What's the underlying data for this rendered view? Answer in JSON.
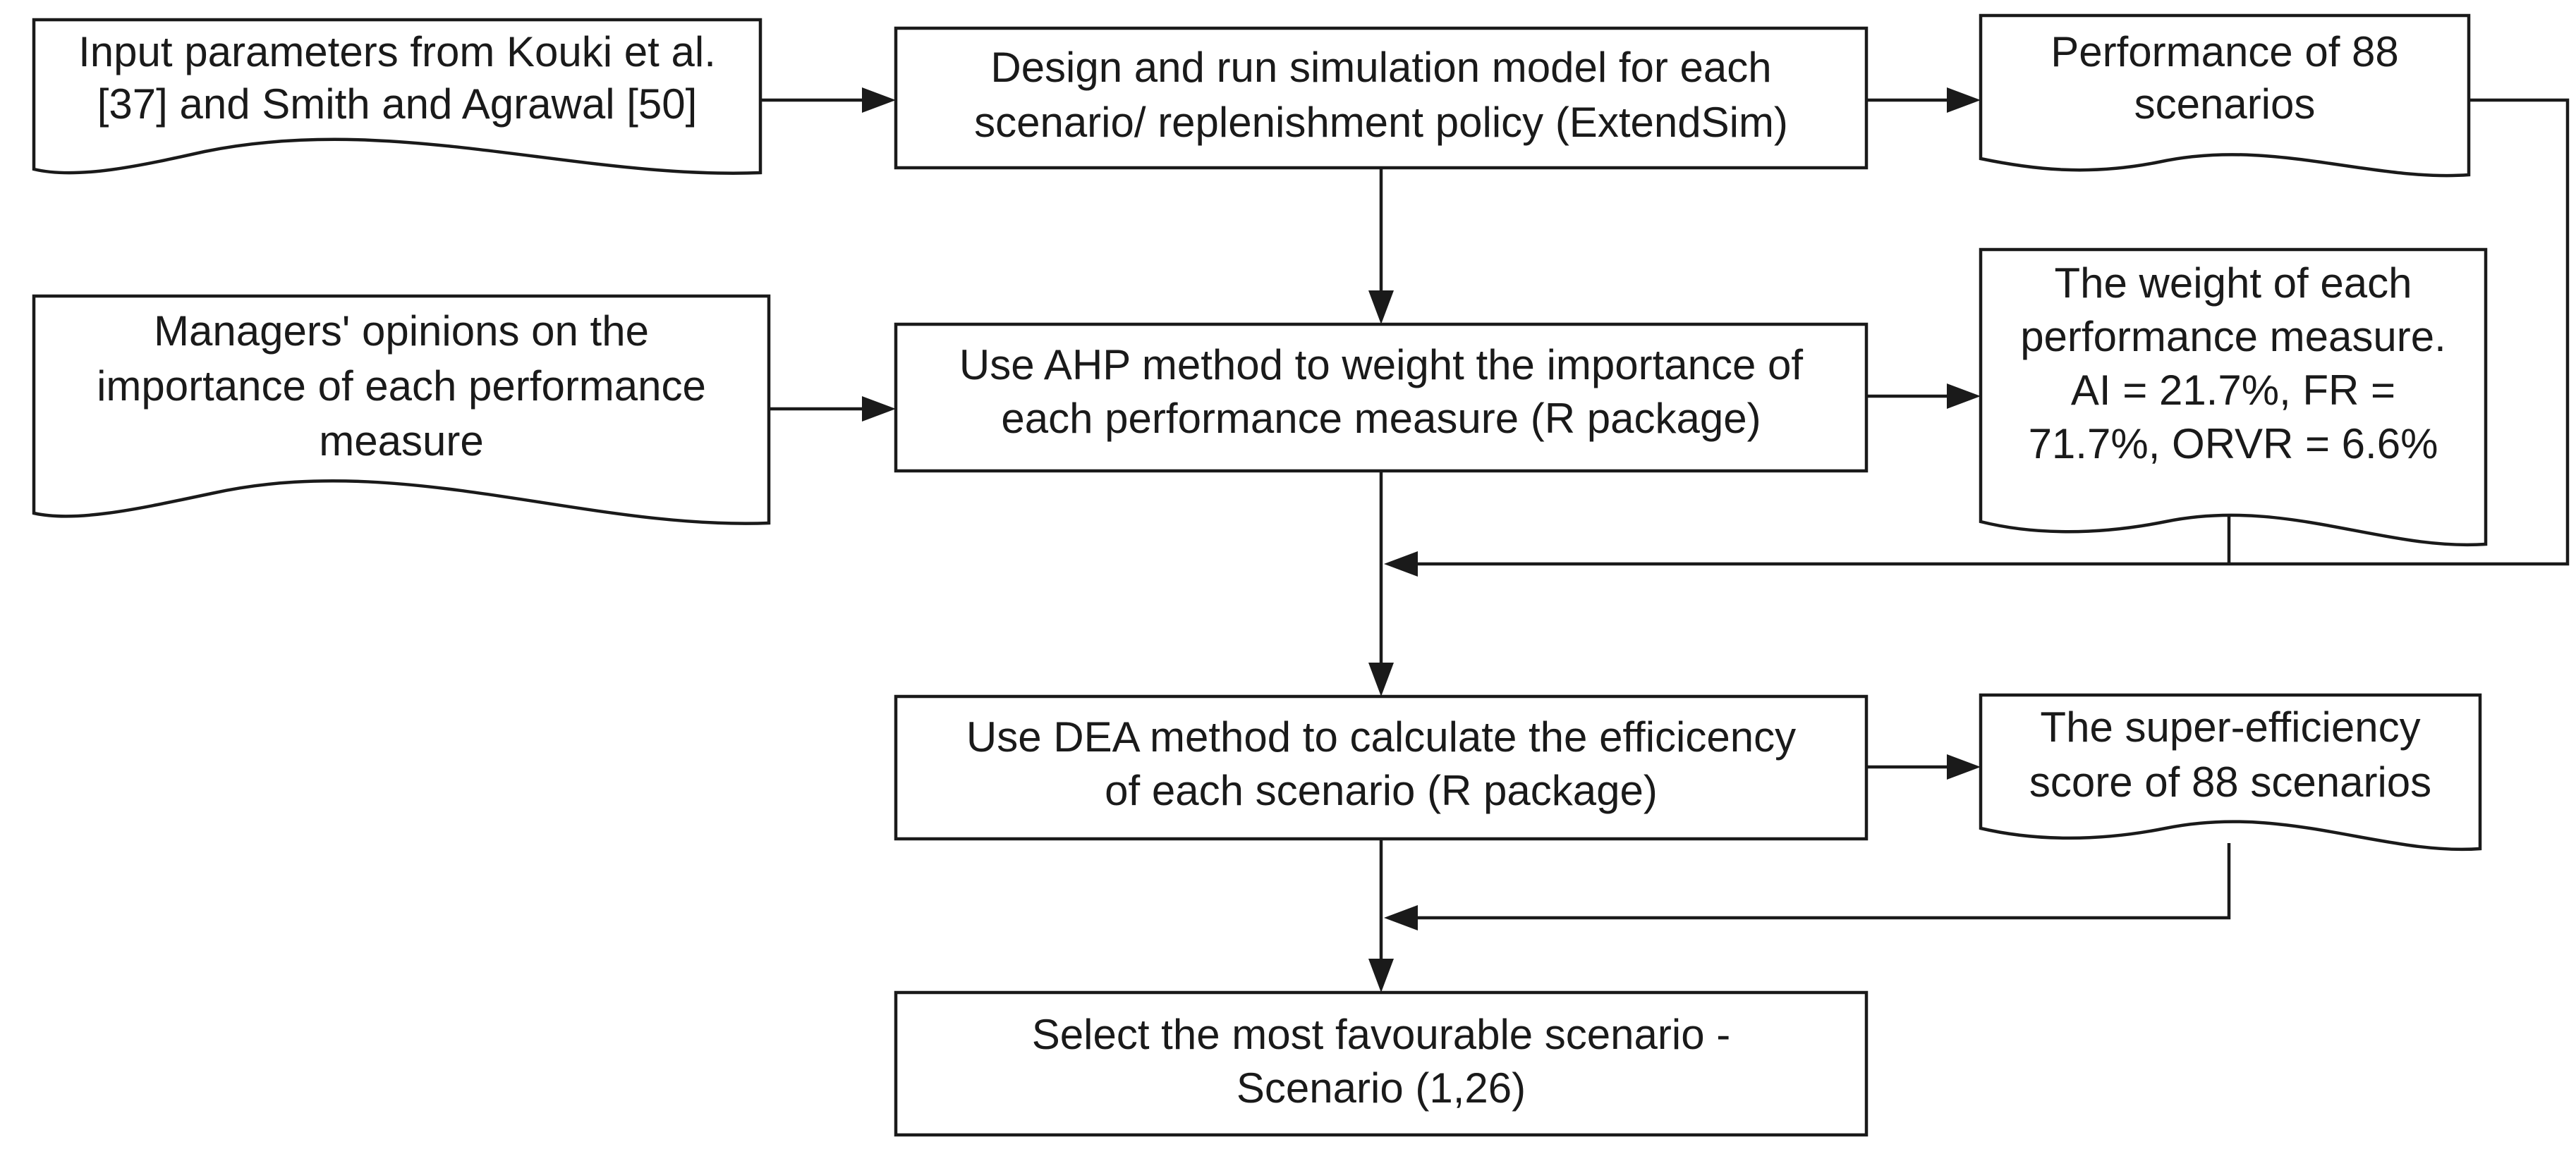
{
  "process_steps": {
    "design_run": [
      "Design and run simulation model for each",
      "scenario/ replenishment policy (ExtendSim)"
    ],
    "ahp": [
      "Use AHP method to weight the importance of",
      "each performance measure (R package)"
    ],
    "dea": [
      "Use DEA method to calculate the efficicency",
      "of each scenario (R package)"
    ],
    "select": [
      "Select the most favourable scenario -",
      "Scenario (1,26)"
    ]
  },
  "documents": {
    "input_parameters": [
      "Input parameters from Kouki et al.",
      "[37] and Smith and Agrawal [50]"
    ],
    "managers_opinions": [
      "Managers' opinions on the",
      "importance of each performance",
      "measure"
    ],
    "performance": [
      "Performance of 88",
      "scenarios"
    ],
    "weights": [
      "The weight of each",
      "performance measure.",
      "AI = 21.7%, FR =",
      "71.7%, ORVR = 6.6%"
    ],
    "super_efficiency": [
      "The super-efficiency",
      "score of 88 scenarios"
    ]
  }
}
